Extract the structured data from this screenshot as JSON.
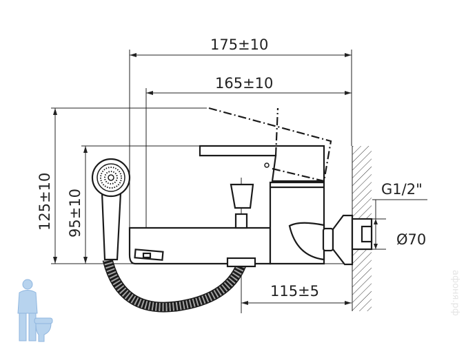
{
  "title": "Bath mixer dimension drawing",
  "dimensions": {
    "overall_length": "175±10",
    "spout_length": "165±10",
    "total_height": "125±10",
    "shower_height": "95±10",
    "wall_to_outlet": "115±5",
    "thread": "G1/2\"",
    "escutcheon_diameter": "Ø70"
  },
  "watermark": {
    "text": "афоня.рф"
  },
  "colors": {
    "line": "#1a1a1a",
    "logo": "#9cc3e6"
  }
}
